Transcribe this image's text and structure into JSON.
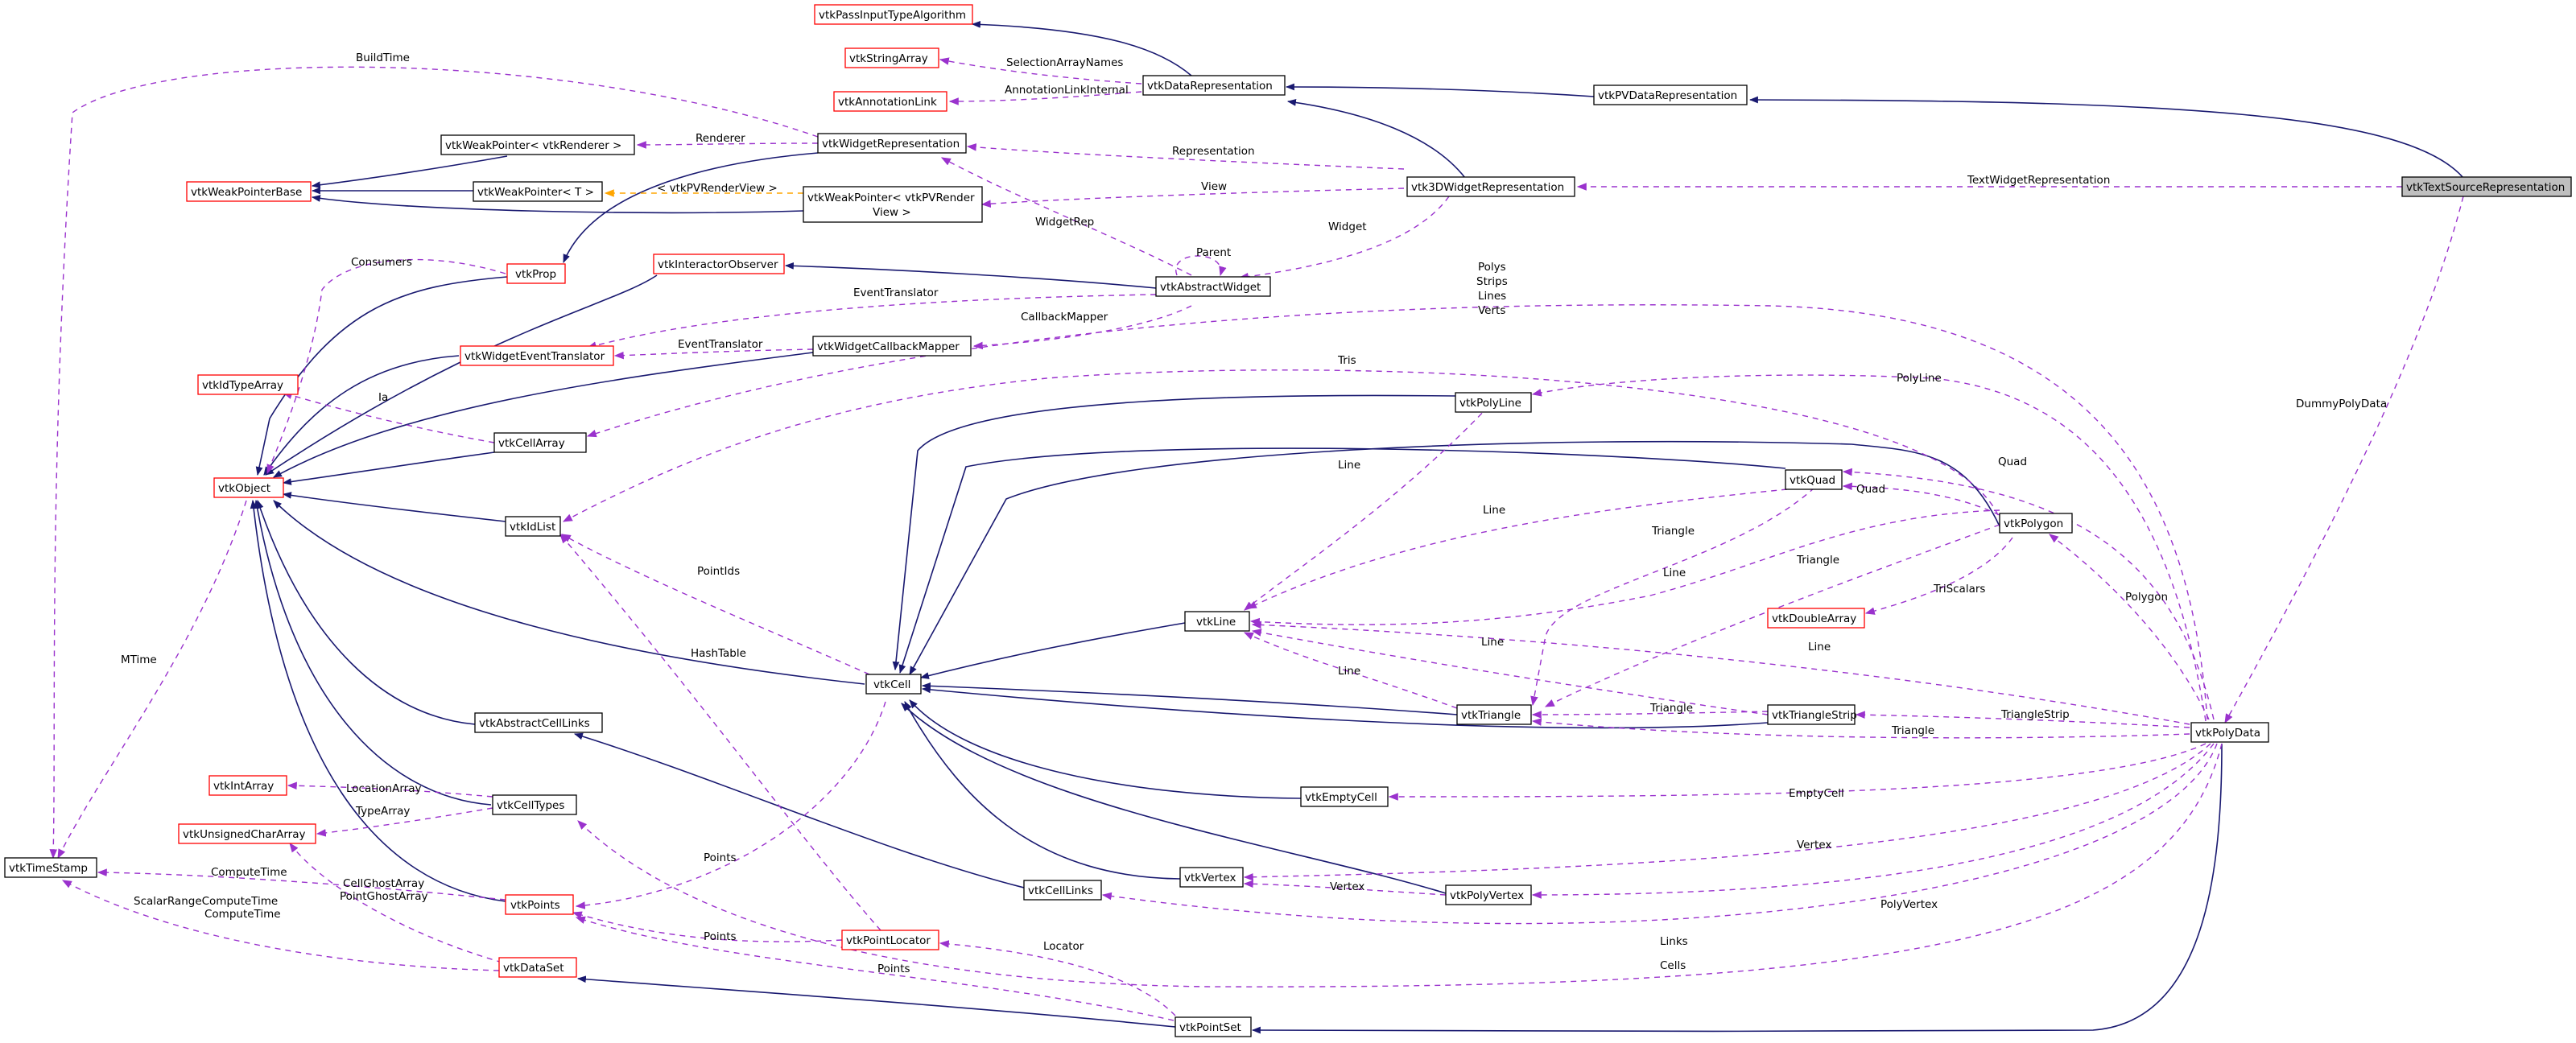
{
  "nodes": {
    "vtkTextSourceRepresentation": "vtkTextSourceRepresentation",
    "vtkPVDataRepresentation": "vtkPVDataRepresentation",
    "vtkDataRepresentation": "vtkDataRepresentation",
    "vtkPassInputTypeAlgorithm": "vtkPassInputTypeAlgorithm",
    "vtkStringArray": "vtkStringArray",
    "vtkAnnotationLink": "vtkAnnotationLink",
    "vtk3DWidgetRepresentation": "vtk3DWidgetRepresentation",
    "vtkWidgetRepresentation": "vtkWidgetRepresentation",
    "vtkWeakPointerRenderer": "vtkWeakPointer< vtkRenderer >",
    "vtkWeakPointerT": "vtkWeakPointer< T >",
    "vtkWeakPointerBase": "vtkWeakPointerBase",
    "vtkWeakPointerPVRenderView_line1": "vtkWeakPointer< vtkPVRender",
    "vtkWeakPointerPVRenderView_line2": "View >",
    "vtkProp": "vtkProp",
    "vtkInteractorObserver": "vtkInteractorObserver",
    "vtkAbstractWidget": "vtkAbstractWidget",
    "vtkWidgetCallbackMapper": "vtkWidgetCallbackMapper",
    "vtkWidgetEventTranslator": "vtkWidgetEventTranslator",
    "vtkIdTypeArray": "vtkIdTypeArray",
    "vtkCellArray": "vtkCellArray",
    "vtkObject": "vtkObject",
    "vtkIdList": "vtkIdList",
    "vtkPolyLine": "vtkPolyLine",
    "vtkQuad": "vtkQuad",
    "vtkPolygon": "vtkPolygon",
    "vtkDoubleArray": "vtkDoubleArray",
    "vtkLine": "vtkLine",
    "vtkCell": "vtkCell",
    "vtkAbstractCellLinks": "vtkAbstractCellLinks",
    "vtkTriangle": "vtkTriangle",
    "vtkTriangleStrip": "vtkTriangleStrip",
    "vtkPolyData": "vtkPolyData",
    "vtkIntArray": "vtkIntArray",
    "vtkCellTypes": "vtkCellTypes",
    "vtkEmptyCell": "vtkEmptyCell",
    "vtkUnsignedCharArray": "vtkUnsignedCharArray",
    "vtkTimeStamp": "vtkTimeStamp",
    "vtkVertex": "vtkVertex",
    "vtkCellLinks": "vtkCellLinks",
    "vtkPolyVertex": "vtkPolyVertex",
    "vtkPoints": "vtkPoints",
    "vtkPointLocator": "vtkPointLocator",
    "vtkDataSet": "vtkDataSet",
    "vtkPointSet": "vtkPointSet"
  },
  "edge_labels": {
    "TextWidgetRepresentation": "TextWidgetRepresentation",
    "DummyPolyData": "DummyPolyData",
    "SelectionArrayNames": "SelectionArrayNames",
    "AnnotationLinkInternal": "AnnotationLinkInternal",
    "BuildTime": "BuildTime",
    "Renderer": "Renderer",
    "Representation": "Representation",
    "View": "View",
    "PVRenderView": "< vtkPVRenderView >",
    "WidgetRep": "WidgetRep",
    "Widget": "Widget",
    "Parent": "Parent",
    "Consumers": "Consumers",
    "EventTranslator1": "EventTranslator",
    "CallbackMapper": "CallbackMapper",
    "EventTranslator2": "EventTranslator",
    "Polys": "Polys",
    "Strips": "Strips",
    "Lines": "Lines",
    "Verts": "Verts",
    "Tris": "Tris",
    "PolyLine": "PolyLine",
    "Ia": "Ia",
    "Quad1": "Quad",
    "Quad2": "Quad",
    "Line1": "Line",
    "Line2": "Line",
    "Line3": "Line",
    "Line4": "Line",
    "Line5": "Line",
    "Line6": "Line",
    "Triangle1": "Triangle",
    "Triangle2": "Triangle",
    "Triangle3": "Triangle",
    "Triangle4": "Triangle",
    "TriScalars": "TriScalars",
    "Polygon": "Polygon",
    "PointIds": "PointIds",
    "HashTable": "HashTable",
    "MTime": "MTime",
    "TriangleStrip": "TriangleStrip",
    "EmptyCell": "EmptyCell",
    "LocationArray": "LocationArray",
    "TypeArray": "TypeArray",
    "ComputeTime": "ComputeTime",
    "CellGhostArray": "CellGhostArray",
    "PointGhostArray": "PointGhostArray",
    "Points1": "Points",
    "Vertex1": "Vertex",
    "Vertex2": "Vertex",
    "PolyVertex": "PolyVertex",
    "Links": "Links",
    "Points2": "Points",
    "Points3": "Points",
    "Locator": "Locator",
    "ScalarRangeComputeTime": "ScalarRangeComputeTime",
    "ComputeTime2": "ComputeTime",
    "Cells": "Cells"
  },
  "colors": {
    "inheritance": "#191970",
    "usage": "#9a32cd",
    "template": "#ffa500",
    "undocumented_border": "#ff0000",
    "focus_fill": "#bfbfbf"
  }
}
